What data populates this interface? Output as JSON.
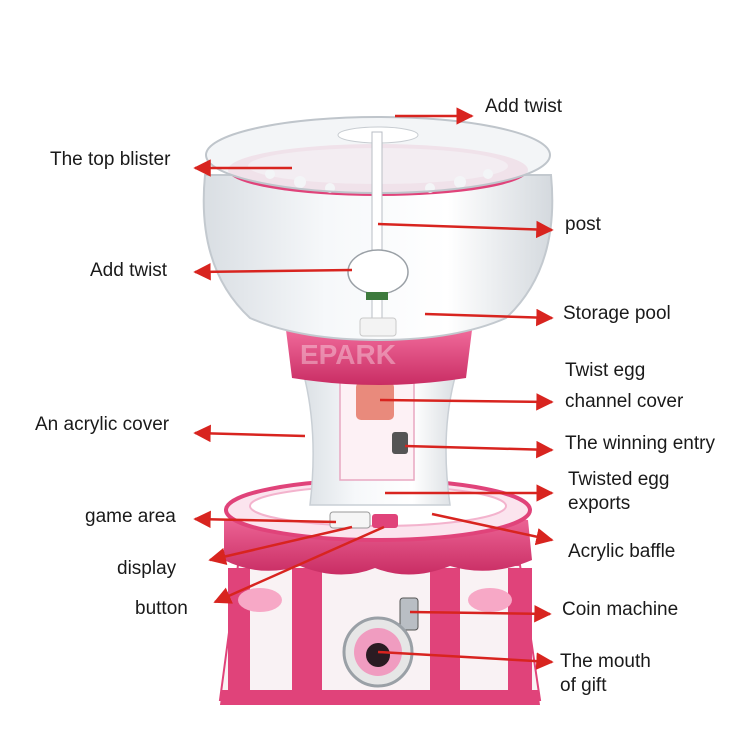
{
  "machine": {
    "brand_watermark": "EPARK",
    "colors": {
      "pink": "#e0437a",
      "pink_light": "#f7a8c6",
      "acrylic": "#e8ecef",
      "arrow": "#d8241f",
      "text": "#1a1a1a"
    }
  },
  "callouts": {
    "add_twist_top": "Add twist",
    "top_blister": "The top blister",
    "post": "post",
    "add_twist_mid": "Add twist",
    "storage_pool": "Storage pool",
    "channel_cover_line1": "Twist egg",
    "channel_cover_line2": "channel cover",
    "acrylic_cover": "An acrylic cover",
    "winning_entry": "The winning entry",
    "egg_exports_line1": "Twisted egg",
    "egg_exports_line2": "exports",
    "game_area": "game area",
    "acrylic_baffle": "Acrylic baffle",
    "display": "display",
    "button": "button",
    "coin_machine": "Coin machine",
    "gift_mouth_line1": "The mouth",
    "gift_mouth_line2": "of gift"
  }
}
